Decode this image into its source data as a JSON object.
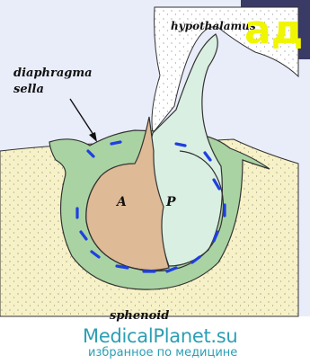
{
  "labels": {
    "hypothalamus": "hypothalamus",
    "diaphragma_line1": "diaphragma",
    "diaphragma_line2": "sella",
    "anterior": "A",
    "posterior": "P",
    "sphenoid": "sphenoid"
  },
  "overlay_text": "ад",
  "watermark": {
    "title": "MedicalPlanet.su",
    "subtitle": "избранное по медицине"
  },
  "colors": {
    "bone": "#f7f1c7",
    "green_tissue": "#a9d3a3",
    "posterior_lobe": "#d9efe2",
    "anterior_lobe": "#deba96",
    "vessel_blue": "#1f3fe0",
    "page_fill": "#e9ecf9",
    "watermark": "#2b9fb4",
    "overlay_yellow": "#f0f500"
  }
}
